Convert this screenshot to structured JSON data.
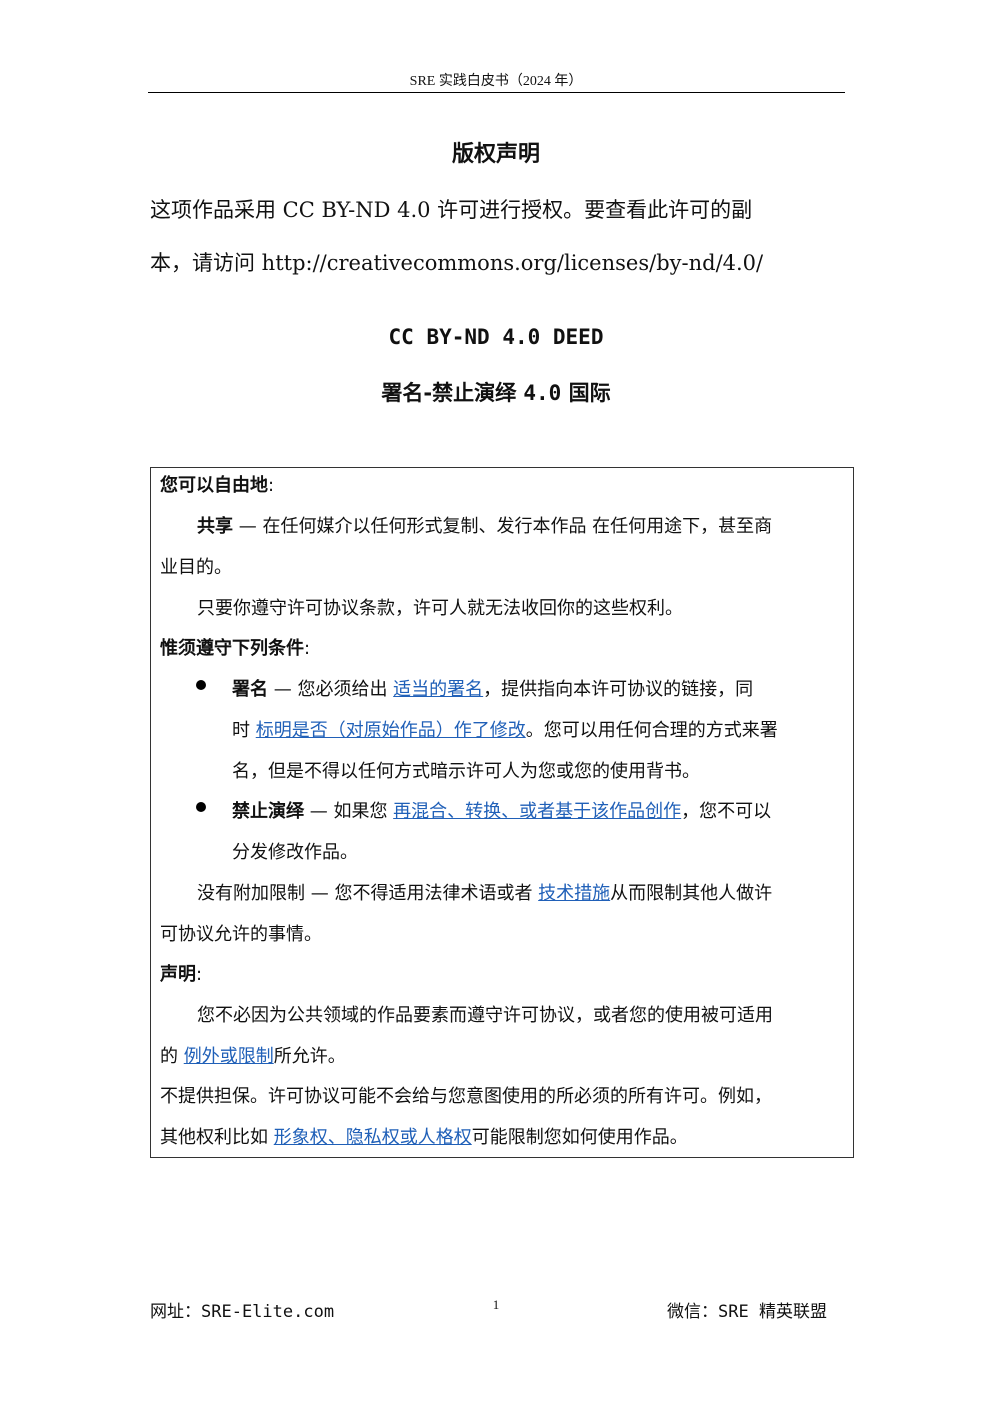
{
  "header": {
    "title": "SRE 实践白皮书（2024 年）"
  },
  "title": "版权声明",
  "intro": {
    "line1": "这项作品采用 CC BY-ND 4.0 许可进行授权。要查看此许可的副",
    "line2": "本，请访问 http://creativecommons.org/licenses/by-nd/4.0/"
  },
  "deed": {
    "title": "CC BY-ND 4.0 DEED",
    "subtitle_a": "署名-禁止演绎 ",
    "subtitle_b": "4.0",
    "subtitle_c": " 国际"
  },
  "box": {
    "free_heading": "您可以自由地",
    "colon": ":",
    "share_label": "共享",
    "share_line1": " — 在任何媒介以任何形式复制、发行本作品 在任何用途下，甚至商",
    "share_line2": "业目的。",
    "irrevocable": "只要你遵守许可协议条款，许可人就无法收回你的这些权利。",
    "conditions_heading": "惟须遵守下列条件",
    "attr_label": "署名",
    "attr_l1_a": " — 您必须给出 ",
    "attr_link1": "适当的署名",
    "attr_l1_b": "，提供指向本许可协议的链接，同",
    "attr_l2_a": "时 ",
    "attr_link2": "标明是否（对原始作品）作了修改",
    "attr_l2_b": "。您可以用任何合理的方式来署",
    "attr_l3": "名，但是不得以任何方式暗示许可人为您或您的使用背书。",
    "nd_label": "禁止演绎",
    "nd_l1_a": " — 如果您 ",
    "nd_link": "再混合、转换、或者基于该作品创作",
    "nd_l1_b": "，您不可以",
    "nd_l2": "分发修改作品。",
    "noadd_l1_a": "没有附加限制 — 您不得适用法律术语或者 ",
    "noadd_link": "技术措施",
    "noadd_l1_b": "从而限制其他人做许",
    "noadd_l2": "可协议允许的事情。",
    "notice_heading": "声明",
    "notice_l1": "您不必因为公共领域的作品要素而遵守许可协议，或者您的使用被可适用",
    "notice_l2_a": "的 ",
    "notice_link": "例外或限制",
    "notice_l2_b": "所允许。",
    "warranty_l1": "不提供担保。许可协议可能不会给与您意图使用的所必须的所有许可。例如，",
    "warranty_l2_a": "其他权利比如 ",
    "warranty_link": "形象权、隐私权或人格权",
    "warranty_l2_b": "可能限制您如何使用作品。"
  },
  "footer": {
    "left": "网址：SRE-Elite.com",
    "page": "1",
    "right": "微信：SRE 精英联盟"
  }
}
